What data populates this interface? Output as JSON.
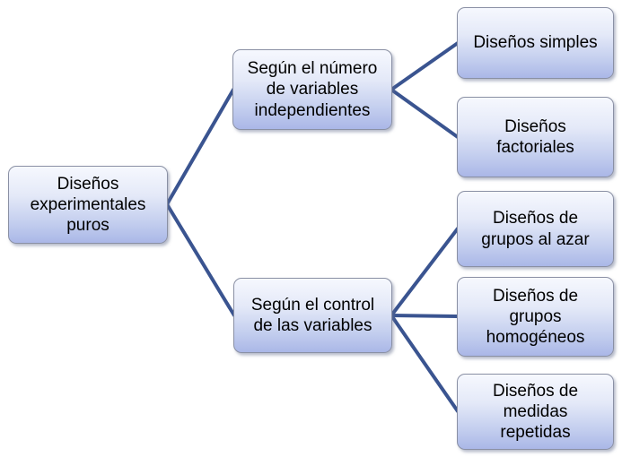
{
  "diagram": {
    "type": "horizontal-hierarchy",
    "background_color": "#ffffff",
    "node_fill_top": "#f6f8fe",
    "node_fill_bottom": "#aab7e7",
    "node_border_color": "#8a90a4",
    "connector_color": "#3a5490",
    "text_color": "#000000",
    "root": {
      "label": "Diseños\nexperimentales\npuros"
    },
    "branches": [
      {
        "label": "Según el número\nde variables\nindependientes",
        "children": [
          {
            "label": "Diseños simples"
          },
          {
            "label": "Diseños\nfactoriales"
          }
        ]
      },
      {
        "label": "Según el control\nde las variables",
        "children": [
          {
            "label": "Diseños de\ngrupos al azar"
          },
          {
            "label": "Diseños de\ngrupos\nhomogéneos"
          },
          {
            "label": "Diseños de\nmedidas\nrepetidas"
          }
        ]
      }
    ]
  }
}
